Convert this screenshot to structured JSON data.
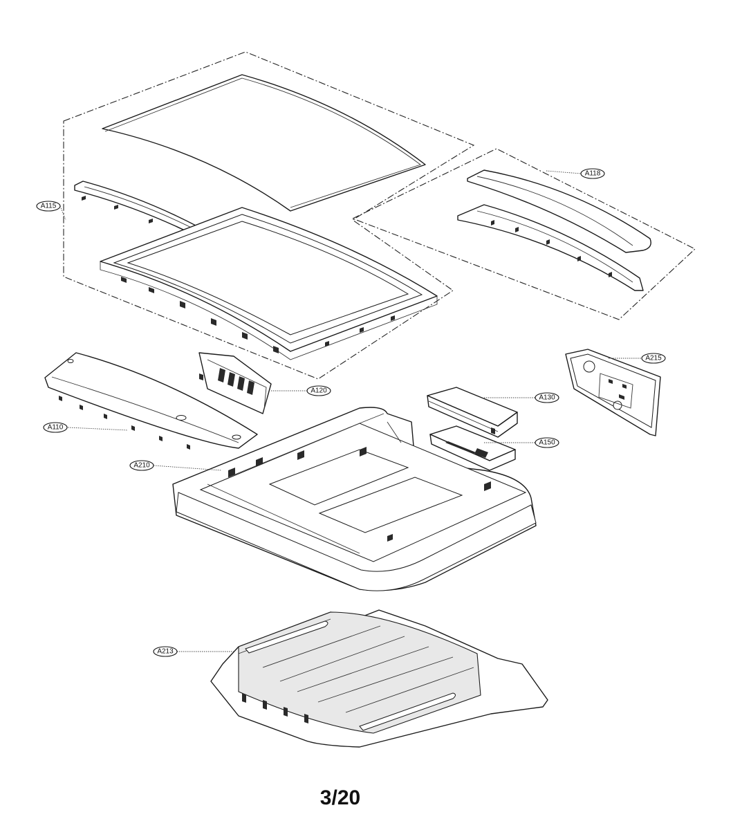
{
  "diagram": {
    "page_number": "3/20",
    "callouts": {
      "a115": "A115",
      "a118": "A118",
      "a120": "A120",
      "a110": "A110",
      "a130": "A130",
      "a215": "A215",
      "a150": "A150",
      "a210": "A210",
      "a213": "A213"
    }
  }
}
